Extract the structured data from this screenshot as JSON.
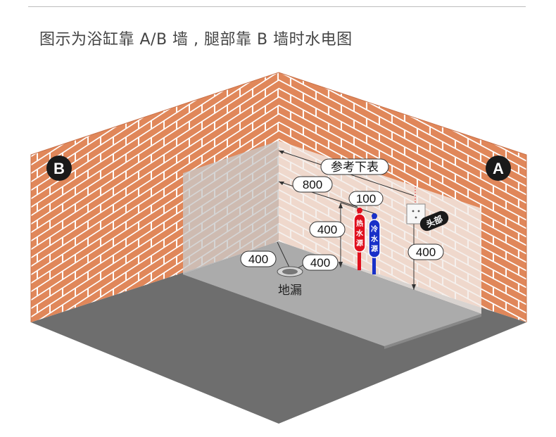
{
  "title": "图示为浴缸靠 A/B 墙 , 腿部靠 B 墙时水电图",
  "walls": {
    "a_label": "A",
    "b_label": "B"
  },
  "dimensions": {
    "reference_meter": "参考下表",
    "dim_800": "800",
    "dim_100": "100",
    "dim_400_supply": "400",
    "dim_400_drain_left": "400",
    "dim_400_drain_right": "400",
    "dim_400_socket": "400"
  },
  "labels": {
    "floor_drain": "地漏",
    "head": "头部",
    "hot_water": [
      "热",
      "水",
      "源"
    ],
    "cold_water": [
      "冷",
      "水",
      "源"
    ]
  },
  "colors": {
    "brick": "#E0875A",
    "mortar": "#FFFFFF",
    "floor": "#6E6E6E",
    "hot_pipe": "#E0101E",
    "cold_pipe": "#1830C8",
    "label_dark": "#1A1A1A",
    "accent_orange": "#F08A20"
  }
}
